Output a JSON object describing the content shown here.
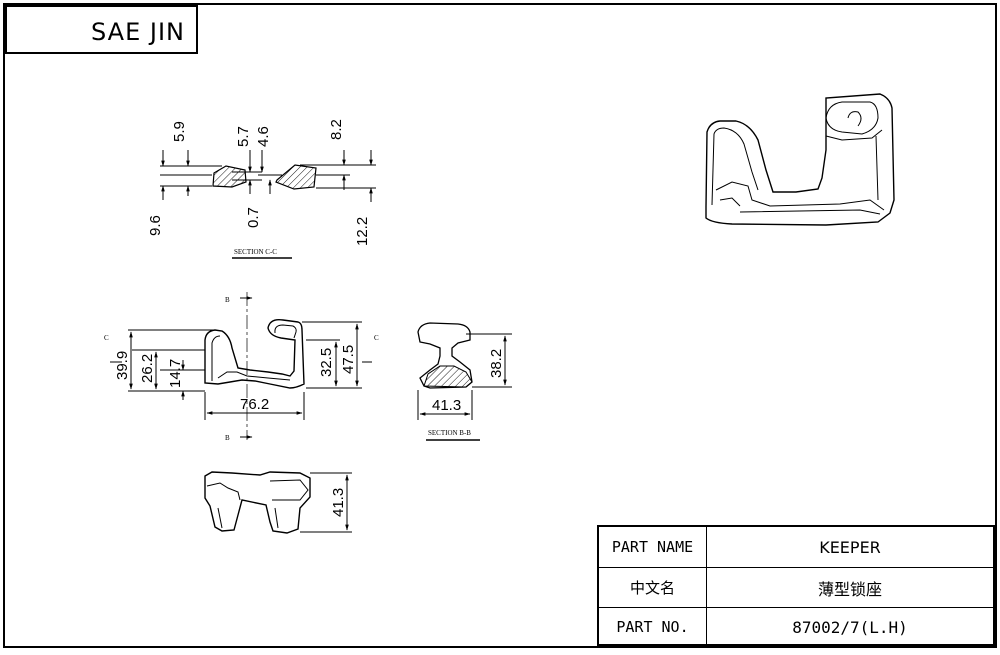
{
  "header": {
    "brand": "SAE JIN"
  },
  "section_cc": {
    "label": "SECTION C-C",
    "dims": {
      "a": "5.9",
      "b": "5.7",
      "c": "4.6",
      "d": "8.2",
      "e": "9.6",
      "f": "0.7",
      "g": "12.2"
    }
  },
  "front_view": {
    "marker_b": "B",
    "marker_c": "C",
    "dims": {
      "h1": "39.9",
      "h2": "26.2",
      "h3": "14.7",
      "w": "76.2",
      "h4": "32.5",
      "h5": "47.5"
    }
  },
  "section_bb": {
    "label": "SECTION B-B",
    "dims": {
      "h": "38.2",
      "w": "41.3"
    }
  },
  "top_view": {
    "dims": {
      "h": "41.3"
    }
  },
  "title_block": {
    "rows": [
      {
        "label": "PART NAME",
        "value": "KEEPER"
      },
      {
        "label": "中文名",
        "value": "薄型锁座"
      },
      {
        "label": "PART NO.",
        "value": "87002/7(L.H)"
      }
    ]
  }
}
